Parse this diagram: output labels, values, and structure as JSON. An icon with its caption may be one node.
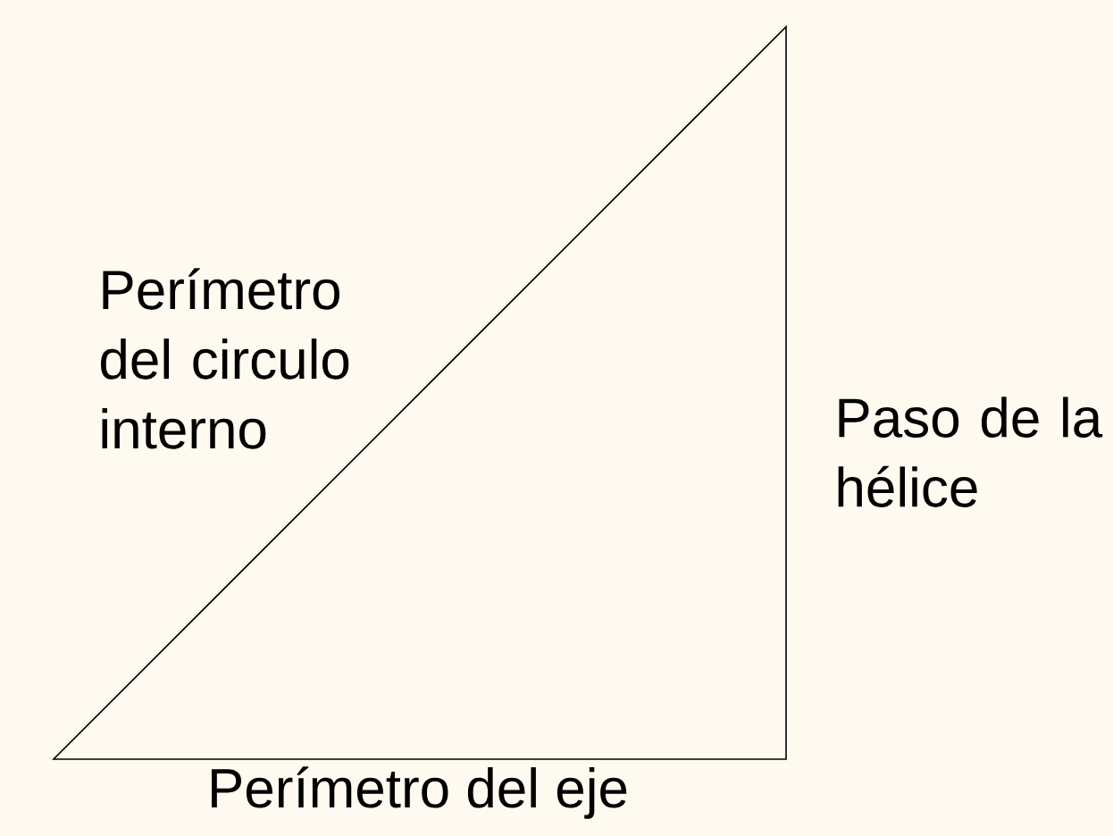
{
  "diagram": {
    "labels": [
      "Perímetro del circulo interno",
      "Paso de la hélice",
      "Perímetro del eje"
    ]
  }
}
